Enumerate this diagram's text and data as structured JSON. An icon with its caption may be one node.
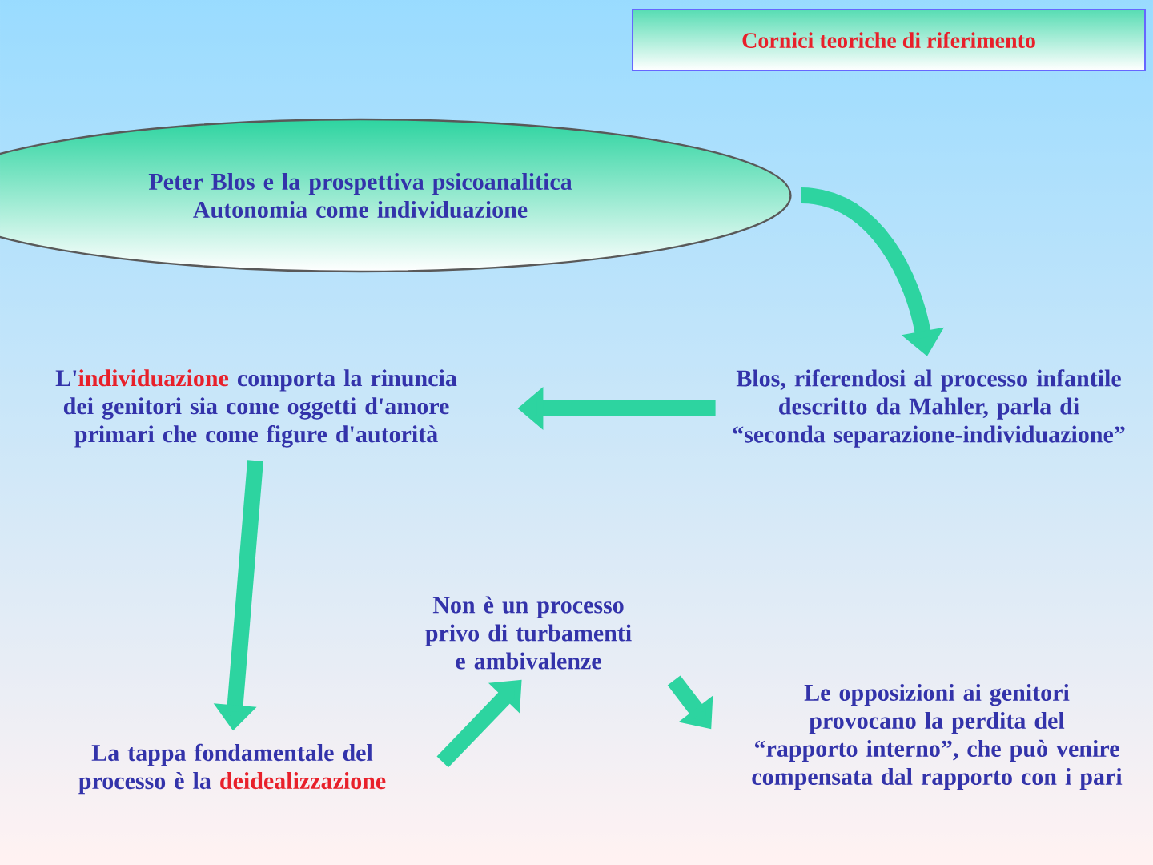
{
  "diagram": {
    "title": "Cornici teoriche di riferimento",
    "nodes": [
      {
        "text": [
          "Peter Blos e la prospettiva psicoanalitica Autonomia come individuazione"
        ]
      },
      {
        "text": [
          "L'**individuazione** comporta la rinuncia dei genitori sia come oggetti d'amore primari che come figure d'autorità"
        ]
      },
      {
        "text": [
          "Blos, riferendosi al processo infantile descritto da Mahler, parla di “seconda separazione-individuazione”"
        ]
      },
      {
        "text": [
          "La tappa fondamentale del processo è la **deidealizzazione**"
        ]
      },
      {
        "text": [
          "Non è un processo privo di turbamenti e ambivalenze"
        ]
      },
      {
        "text": [
          "Le opposizioni ai genitori provocano la perdita del “rapporto interno”, che può venire compensata dal rapporto con i pari"
        ]
      }
    ],
    "edges": [
      {
        "from": 0,
        "to": 2,
        "arrow": "to"
      },
      {
        "from": 2,
        "to": 1,
        "arrow": "to"
      },
      {
        "from": 1,
        "to": 3,
        "arrow": "to"
      },
      {
        "from": 3,
        "to": 4,
        "arrow": "to"
      },
      {
        "from": 4,
        "to": 5,
        "arrow": "to"
      }
    ]
  }
}
